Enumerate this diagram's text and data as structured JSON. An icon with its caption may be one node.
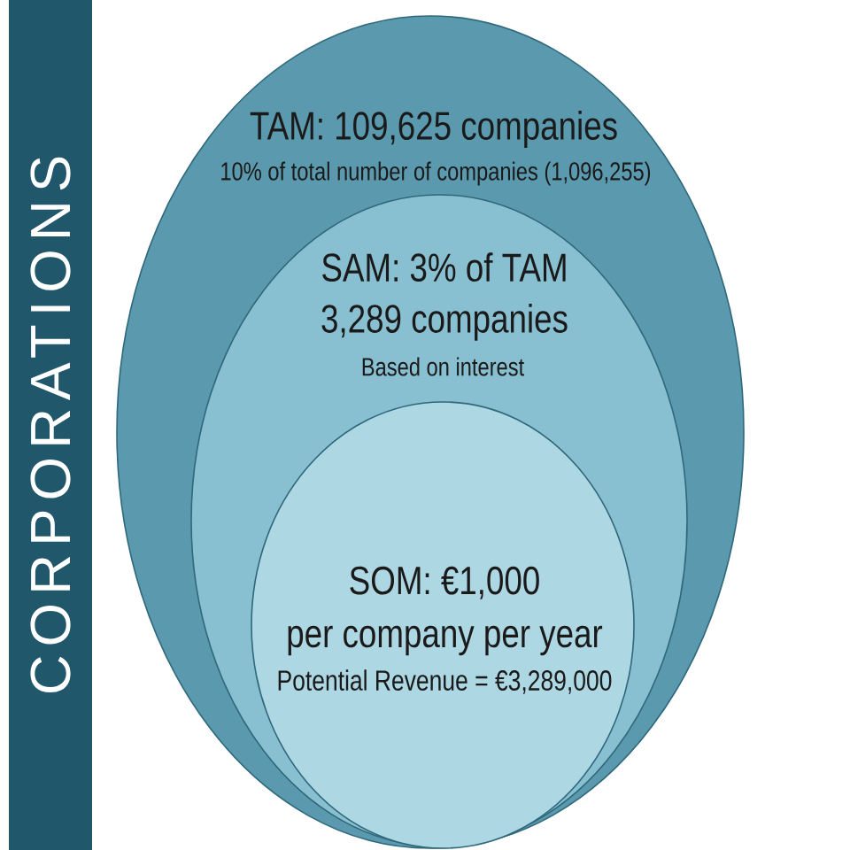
{
  "diagram": {
    "nodes": [
      {
        "text": [
          "CORPORATIONS"
        ]
      },
      {
        "text": [
          "TAM: 109,625 companies",
          "10% of total number of companies (1,096,255)"
        ]
      },
      {
        "text": [
          "SAM: 3% of TAM 3,289 companies",
          "Based on interest"
        ],
        "in": 1
      },
      {
        "text": [
          "SOM: €1,000 per company per year",
          "Potential Revenue = €3,289,000"
        ],
        "in": 2
      }
    ]
  }
}
